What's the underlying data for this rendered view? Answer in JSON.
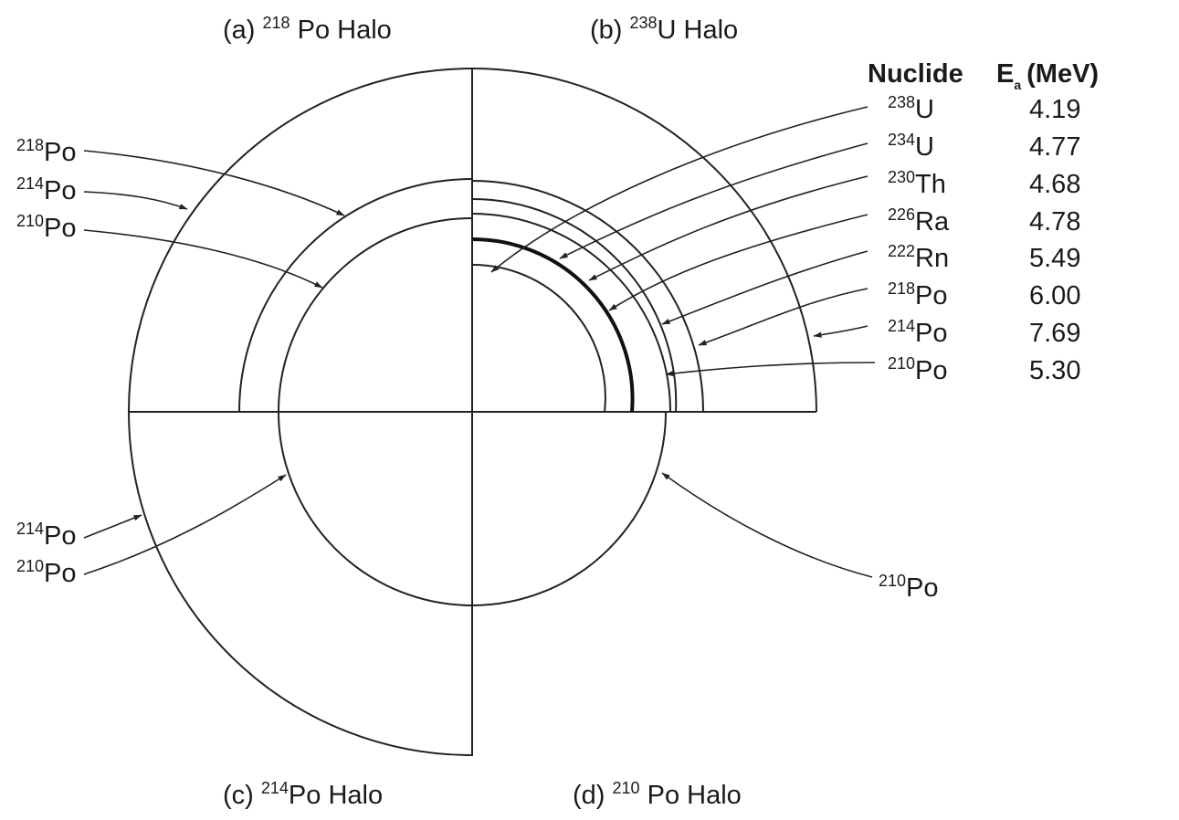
{
  "panels": [
    {
      "prefix": "(a) ",
      "sup": "218",
      "rest": " Po Halo"
    },
    {
      "prefix": "(b) ",
      "sup": "238",
      "rest": "U Halo"
    },
    {
      "prefix": "(c) ",
      "sup": "214",
      "rest": "Po Halo"
    },
    {
      "prefix": "(d) ",
      "sup": "210",
      "rest": " Po Halo"
    }
  ],
  "table": {
    "header_nuclide": "Nuclide",
    "header_energy_main": "E",
    "header_energy_sub": "a",
    "header_energy_unit": "(MeV)",
    "rows": [
      {
        "sup": "238",
        "el": "U",
        "energy": "4.19"
      },
      {
        "sup": "234",
        "el": "U",
        "energy": "4.77"
      },
      {
        "sup": "230",
        "el": "Th",
        "energy": "4.68"
      },
      {
        "sup": "226",
        "el": "Ra",
        "energy": "4.78"
      },
      {
        "sup": "222",
        "el": "Rn",
        "energy": "5.49"
      },
      {
        "sup": "218",
        "el": "Po",
        "energy": "6.00"
      },
      {
        "sup": "214",
        "el": "Po",
        "energy": "7.69"
      },
      {
        "sup": "210",
        "el": "Po",
        "energy": "5.30"
      }
    ]
  },
  "labels_a": [
    {
      "sup": "218",
      "el": "Po"
    },
    {
      "sup": "214",
      "el": "Po"
    },
    {
      "sup": "210",
      "el": "Po"
    }
  ],
  "labels_c": [
    {
      "sup": "214",
      "el": "Po"
    },
    {
      "sup": "210",
      "el": "Po"
    }
  ],
  "label_d": {
    "sup": "210",
    "el": "Po"
  }
}
